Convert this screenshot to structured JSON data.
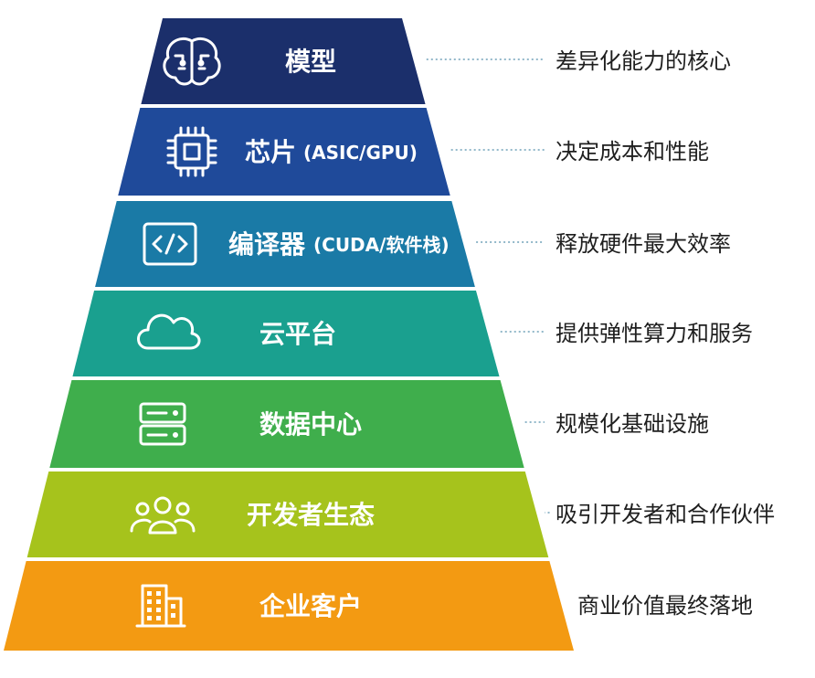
{
  "pyramid": {
    "layers": [
      {
        "label": "模型",
        "desc": "差异化能力的核心",
        "icon": "brain-icon",
        "color": "#1b2f6b"
      },
      {
        "label": "芯片",
        "label_suffix": "(ASIC/GPU)",
        "desc": "决定成本和性能",
        "icon": "chip-icon",
        "color": "#1f4a9a"
      },
      {
        "label": "编译器",
        "label_suffix": "(CUDA/软件栈)",
        "desc": "释放硬件最大效率",
        "icon": "code-icon",
        "color": "#1a7aa6"
      },
      {
        "label": "云平台",
        "desc": "提供弹性算力和服务",
        "icon": "cloud-icon",
        "color": "#1aa08f"
      },
      {
        "label": "数据中心",
        "desc": "规模化基础设施",
        "icon": "server-icon",
        "color": "#3fae4c"
      },
      {
        "label": "开发者生态",
        "desc": "吸引开发者和合作伙伴",
        "icon": "people-icon",
        "color": "#a6c31c"
      },
      {
        "label": "企业客户",
        "desc": "商业价值最终落地",
        "icon": "building-icon",
        "color": "#f39a12"
      }
    ]
  }
}
